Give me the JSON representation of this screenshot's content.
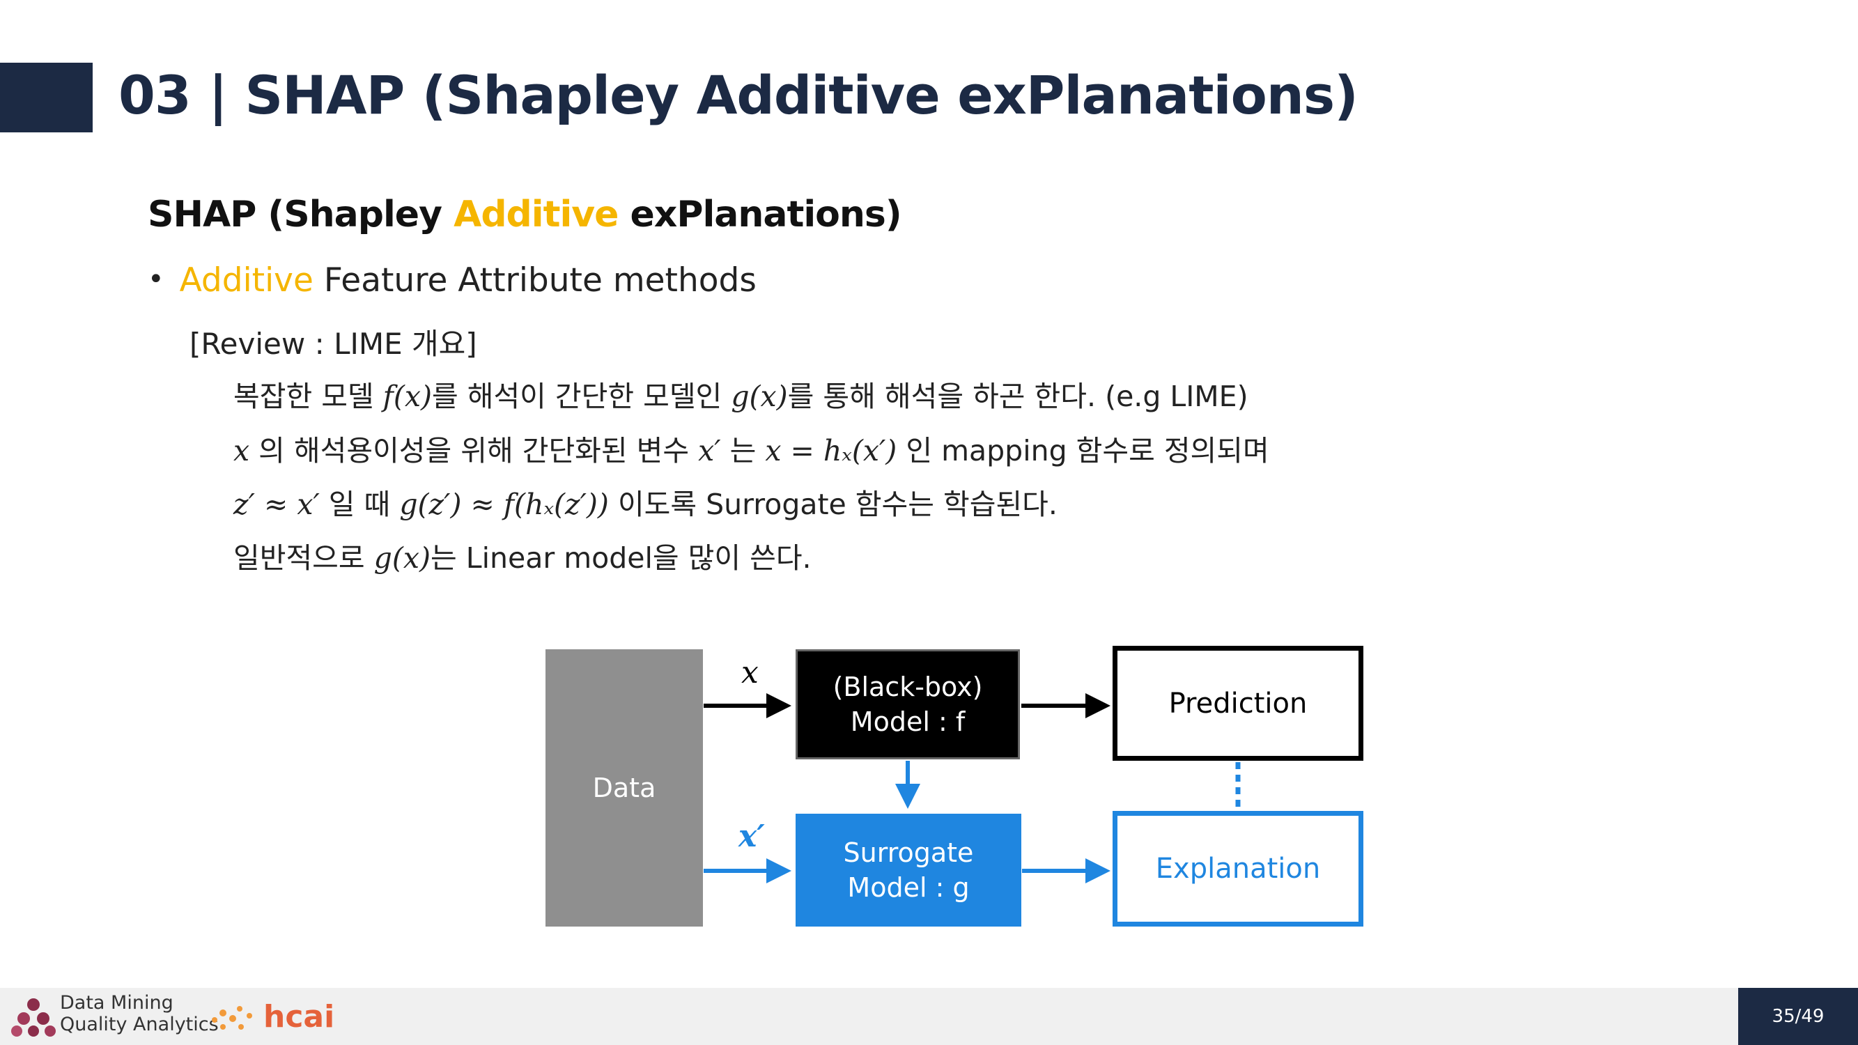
{
  "slide": {
    "title": "03 | SHAP (Shapley Additive exPlanations)",
    "subtitle": {
      "before": "SHAP (Shapley ",
      "accent": "Additive",
      "after": " exPlanations)"
    },
    "bullet": {
      "accent": "Additive",
      "text": " Feature Attribute methods"
    },
    "review_label": "[Review : LIME 개요]",
    "lines": {
      "l1": {
        "a": "복잡한 모델 ",
        "m1": "f(x)",
        "b": "를 해석이 간단한 모델인 ",
        "m2": "g(x)",
        "c": "를 통해 해석을 하곤 한다. (e.g LIME)"
      },
      "l2": {
        "m1": "x",
        "a": " 의 해석용이성을 위해 간단화된 변수 ",
        "m2": "x′",
        "b": " 는 ",
        "m3": "x = hₓ(x′)",
        "c": " 인 mapping 함수로 정의되며"
      },
      "l3": {
        "m1": "z′ ≈ x′",
        "a": "  일 때  ",
        "m2": "g(z′) ≈ f(hₓ(z′))",
        "b": " 이도록 Surrogate 함수는 학습된다."
      },
      "l4": {
        "a": "일반적으로 ",
        "m1": "g(x)",
        "b": "는 Linear model을 많이 쓴다."
      }
    }
  },
  "diagram": {
    "data_label": "Data",
    "blackbox_line1": "(Black-box)",
    "blackbox_line2": "Model : f",
    "surrogate_line1": "Surrogate",
    "surrogate_line2": "Model : g",
    "prediction_label": "Prediction",
    "explanation_label": "Explanation",
    "x_label": "x",
    "xprime_label": "x′",
    "colors": {
      "black": "#000000",
      "blue": "#1f86e0",
      "gray": "#8f8f8f"
    }
  },
  "footer": {
    "dmqa_line1": "Data Mining",
    "dmqa_line2": "Quality Analytics",
    "hcai_logo_text": "hcai",
    "page_number": "35/49"
  },
  "colors": {
    "title": "#1c2a44",
    "accent": "#f5b500"
  }
}
